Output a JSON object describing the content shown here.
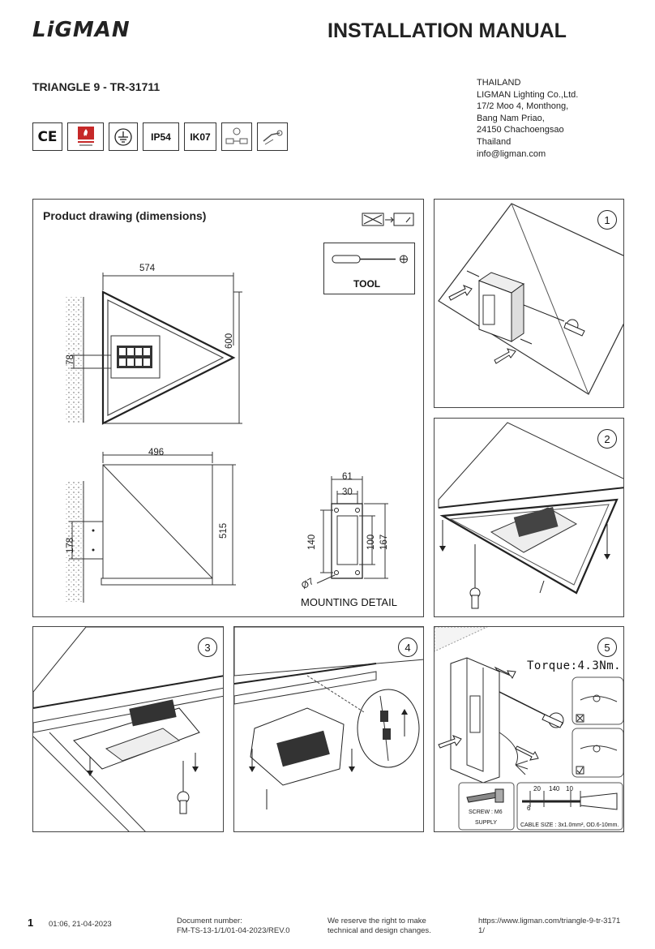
{
  "header": {
    "logo_text": "LiGMAN",
    "title": "INSTALLATION MANUAL",
    "product": "TRIANGLE 9 - TR-31711"
  },
  "address": [
    "THAILAND",
    "LIGMAN Lighting Co.,Ltd.",
    "17/2 Moo 4, Monthong,",
    "Bang Nam Priao,",
    "24150 Chachoengsao",
    "Thailand",
    "info@ligman.com"
  ],
  "certifications": [
    {
      "label": "CE",
      "icon": "ce-mark-icon"
    },
    {
      "label": "",
      "icon": "fire-rating-icon"
    },
    {
      "label": "",
      "icon": "ground-symbol-icon"
    },
    {
      "label": "IP54",
      "icon": "ip-rating"
    },
    {
      "label": "IK07",
      "icon": "ik-rating"
    },
    {
      "label": "",
      "icon": "driver-icon"
    },
    {
      "label": "",
      "icon": "cable-icon"
    }
  ],
  "dimensions_panel": {
    "title": "Product drawing (dimensions)",
    "tool_label": "TOOL",
    "front": {
      "width": "574",
      "height": "600",
      "offset": "78"
    },
    "side": {
      "width": "496",
      "height": "515",
      "offset": "178"
    },
    "mounting": {
      "width_outer": "61",
      "width_inner": "30",
      "height_outer": "140",
      "height_inner": "100",
      "height_total": "167",
      "hole": "Ø7",
      "label": "MOUNTING DETAIL"
    }
  },
  "steps": [
    {
      "number": "1"
    },
    {
      "number": "2"
    },
    {
      "number": "3"
    },
    {
      "number": "4"
    },
    {
      "number": "5",
      "torque": "Torque:4.3Nm.",
      "screw": "SCREW : M6",
      "supply": "SUPPLY",
      "cable_dims": [
        "20",
        "140",
        "10",
        "6"
      ],
      "cable_size": "CABLE SIZE : 3x1.0mm², OD.6-10mm."
    }
  ],
  "footer": {
    "page": "1",
    "timestamp": "01:06, 21-04-2023",
    "doc_label": "Document number:",
    "doc_number": "FM-TS-13-1/1/01-04-2023/REV.0",
    "rights_1": "We reserve the right to make",
    "rights_2": "technical and design changes.",
    "url_1": "https://www.ligman.com/triangle-9-tr-3171",
    "url_2": "1/"
  }
}
